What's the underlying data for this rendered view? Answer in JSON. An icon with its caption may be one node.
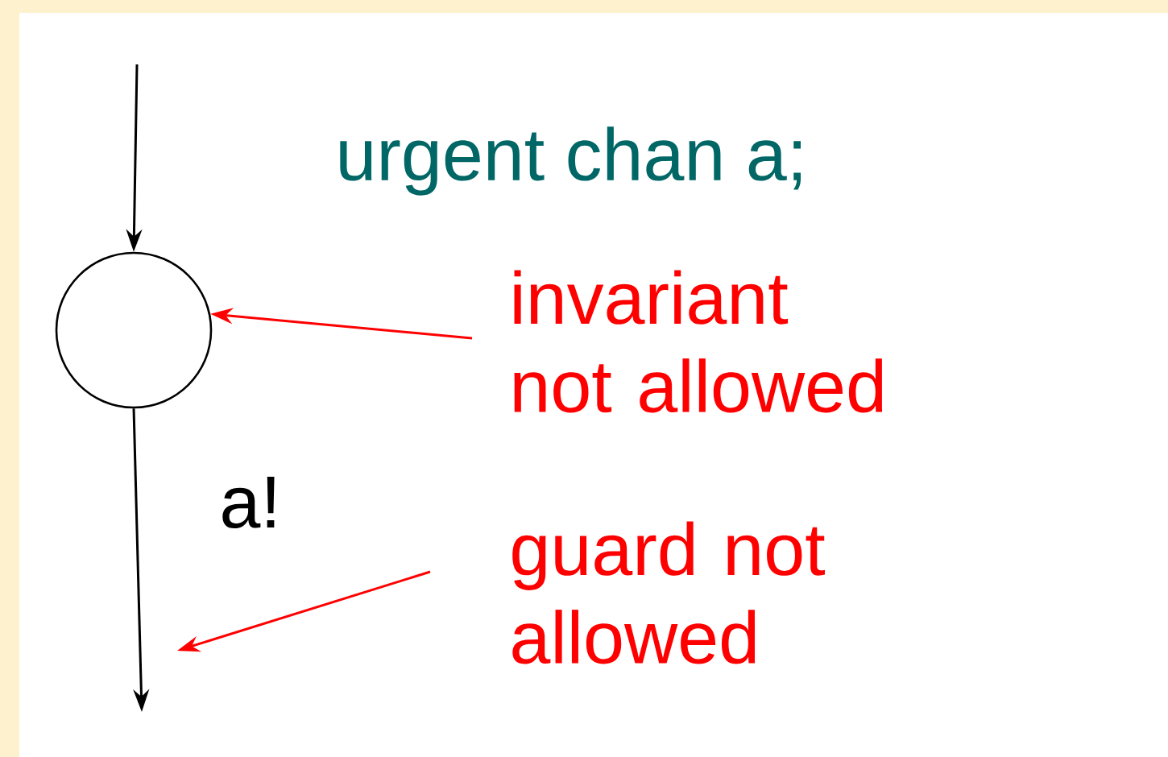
{
  "diagram": {
    "nodes": [
      {
        "text": [],
        "shape": "circle"
      },
      {
        "text": [
          "invariant not allowed"
        ]
      },
      {
        "text": [
          "guard not allowed"
        ]
      }
    ],
    "edges": [
      {
        "from": null,
        "to": 0,
        "arrow": "to"
      },
      {
        "from": 0,
        "to": null,
        "arrow": "to",
        "label": "a!"
      },
      {
        "from": 1,
        "to": 0,
        "arrow": "to",
        "color": "#ff0000"
      },
      {
        "from": 2,
        "to": null,
        "arrow": "to",
        "color": "#ff0000"
      }
    ],
    "labels": [
      "urgent chan a;"
    ]
  }
}
